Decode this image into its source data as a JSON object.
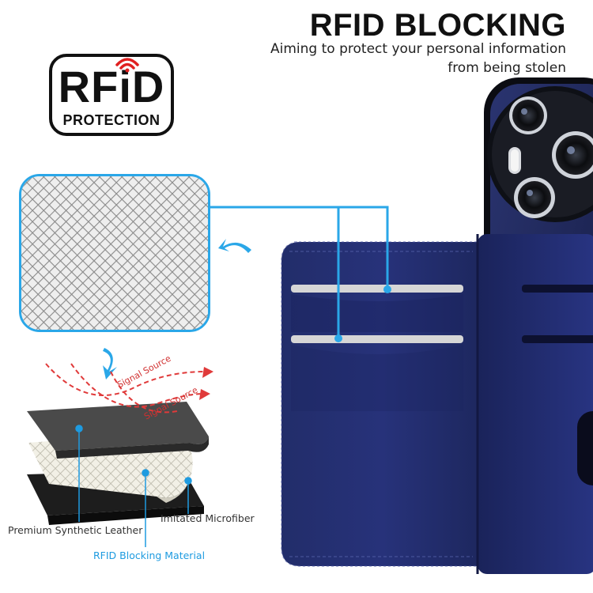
{
  "header": {
    "title": "RFID BLOCKING",
    "subtitle_line1": "Aiming to protect your personal information",
    "subtitle_line2": "from being stolen"
  },
  "badge": {
    "main": "RFiD",
    "sub": "PROTECTION"
  },
  "layers": {
    "signal_label_1": "Signal Source",
    "signal_label_2": "Signal Source",
    "leather_label": "Premium Synthetic Leather",
    "microfiber_label": "Imitated Microfiber",
    "rfid_label": "RFID Blocking Material"
  },
  "colors": {
    "accent_blue": "#2aa7e8",
    "signal_red": "#e03a3a",
    "wallet_navy": "#1f2a66",
    "badge_red": "#e02020"
  }
}
